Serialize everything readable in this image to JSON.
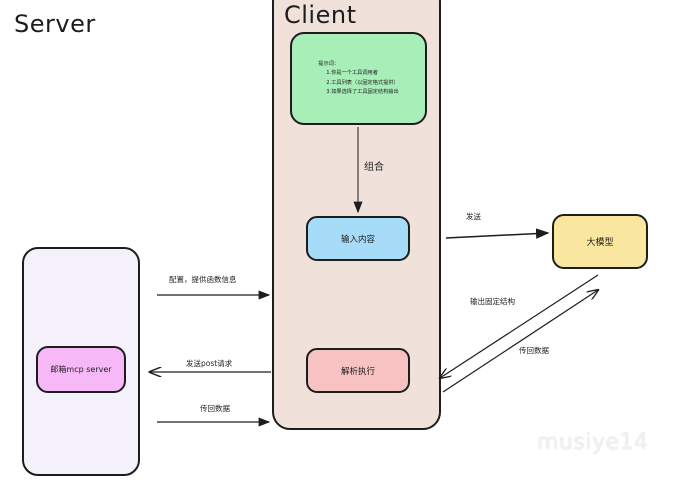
{
  "diagram": {
    "title": "MCP Client-Server-LLM flow",
    "watermark": "musiye14"
  },
  "server": {
    "title": "Server",
    "mcp_node_label": "邮箱mcp server",
    "colors": {
      "container_fill": "#f4f1fb",
      "mcp_fill": "#f7b8f7",
      "stroke": "#1d1d1d"
    }
  },
  "client": {
    "title": "Client",
    "prompt_node": {
      "heading": "提示词：",
      "lines": [
        "1.你是一个工具调用者",
        "2.工具列表（以固定格式提供）",
        "3.如果选择了工具固定结构输出"
      ]
    },
    "input_node_label": "输入内容",
    "parse_node_label": "解析执行",
    "combine_label": "组合",
    "colors": {
      "container_fill": "#f0e1da",
      "prompt_fill": "#a8eeb9",
      "input_fill": "#a6dcf7",
      "parse_fill": "#f9c2c2",
      "stroke": "#1d1d1d"
    }
  },
  "llm": {
    "label": "大模型",
    "colors": {
      "fill": "#fae79f",
      "stroke": "#1d1d1d"
    }
  },
  "edges": {
    "server_to_client": "配置，提供函数信息",
    "client_to_server_post": "发送post请求",
    "server_to_client_return": "传回数据",
    "client_to_llm": "发送",
    "llm_to_client_output": "输出固定结构",
    "client_to_llm_return": "传回数据"
  }
}
